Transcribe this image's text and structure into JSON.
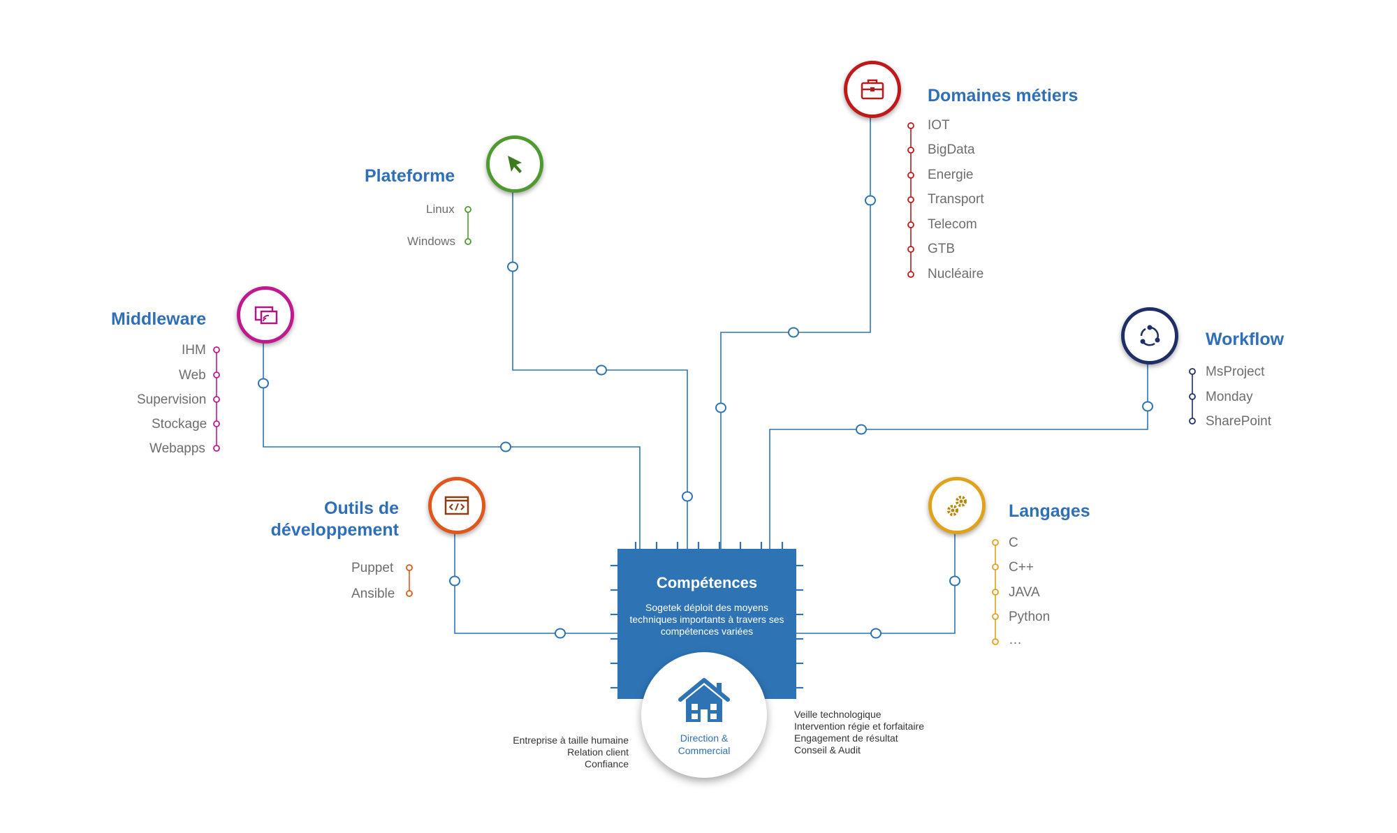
{
  "core": {
    "title": "Compétences",
    "description": "Sogetek déploit des moyens techniques importants à travers ses compétences variées",
    "hub_label_line1": "Direction &",
    "hub_label_line2": "Commercial",
    "left_notes": [
      "Entreprise à taille humaine",
      "Relation client",
      "Confiance"
    ],
    "right_notes": [
      "Veille technologique",
      "Intervention régie et forfaitaire",
      "Engagement de résultat",
      "Conseil & Audit"
    ]
  },
  "branches": [
    {
      "title": "Plateforme",
      "icon": "cursor-icon",
      "color": "#4e9a2f",
      "items": [
        "Linux",
        "Windows"
      ]
    },
    {
      "title": "Domaines métiers",
      "icon": "briefcase-icon",
      "color": "#c01919",
      "items": [
        "IOT",
        "BigData",
        "Energie",
        "Transport",
        "Telecom",
        "GTB",
        "Nucléaire"
      ]
    },
    {
      "title": "Middleware",
      "icon": "screen-share-icon",
      "color": "#c0188e",
      "items": [
        "IHM",
        "Web",
        "Supervision",
        "Stockage",
        "Webapps"
      ]
    },
    {
      "title": "Workflow",
      "icon": "cycle-icon",
      "color": "#1f2f66",
      "items": [
        "MsProject",
        "Monday",
        "SharePoint"
      ]
    },
    {
      "title_line1": "Outils de",
      "title_line2": "développement",
      "icon": "code-window-icon",
      "color": "#e0561b",
      "items": [
        "Puppet",
        "Ansible"
      ]
    },
    {
      "title": "Langages",
      "icon": "gears-icon",
      "color": "#e0a21b",
      "items": [
        "C",
        "C++",
        "JAVA",
        "Python",
        "…"
      ]
    }
  ],
  "colors": {
    "wire": "#2e74b5",
    "chip": "#2e74b5",
    "title": "#2e6fb7"
  }
}
